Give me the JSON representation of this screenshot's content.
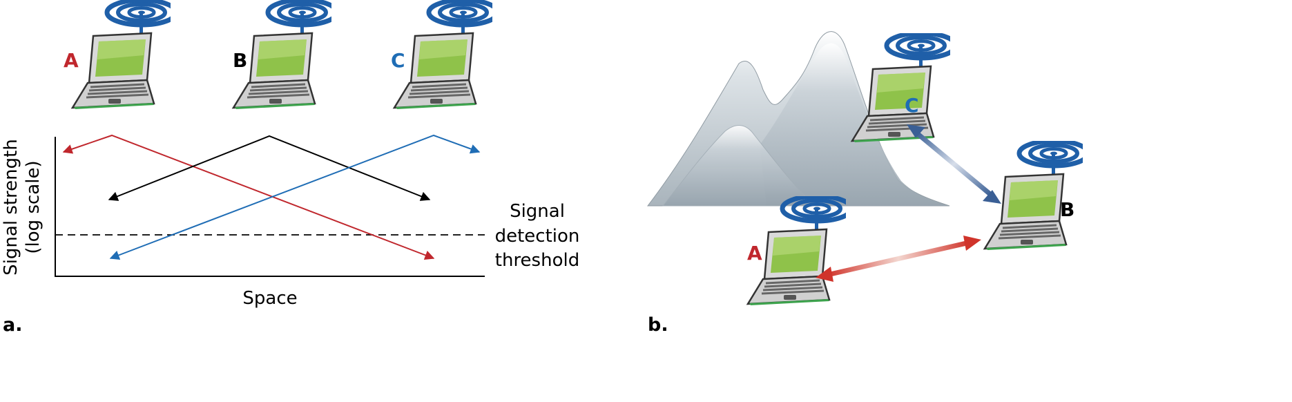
{
  "panel_a": {
    "caption": "a.",
    "stations": [
      {
        "label": "A",
        "color": "#c0272d"
      },
      {
        "label": "B",
        "color": "#000000"
      },
      {
        "label": "C",
        "color": "#1f6db5"
      }
    ],
    "y_axis_line1": "Signal strength",
    "y_axis_line2": "(log scale)",
    "x_axis_label": "Space",
    "threshold_line1": "Signal",
    "threshold_line2": "detection",
    "threshold_line3": "threshold"
  },
  "panel_b": {
    "caption": "b.",
    "stations": [
      {
        "label": "A",
        "color": "#c0272d"
      },
      {
        "label": "B",
        "color": "#000000"
      },
      {
        "label": "C",
        "color": "#1f6db5"
      }
    ]
  },
  "colors": {
    "red": "#c0272d",
    "blue": "#1f6db5",
    "black": "#000000",
    "screen_green": "#8fc24a",
    "antenna_blue": "#1f5fa8",
    "mountain": "#b9c2c8"
  }
}
